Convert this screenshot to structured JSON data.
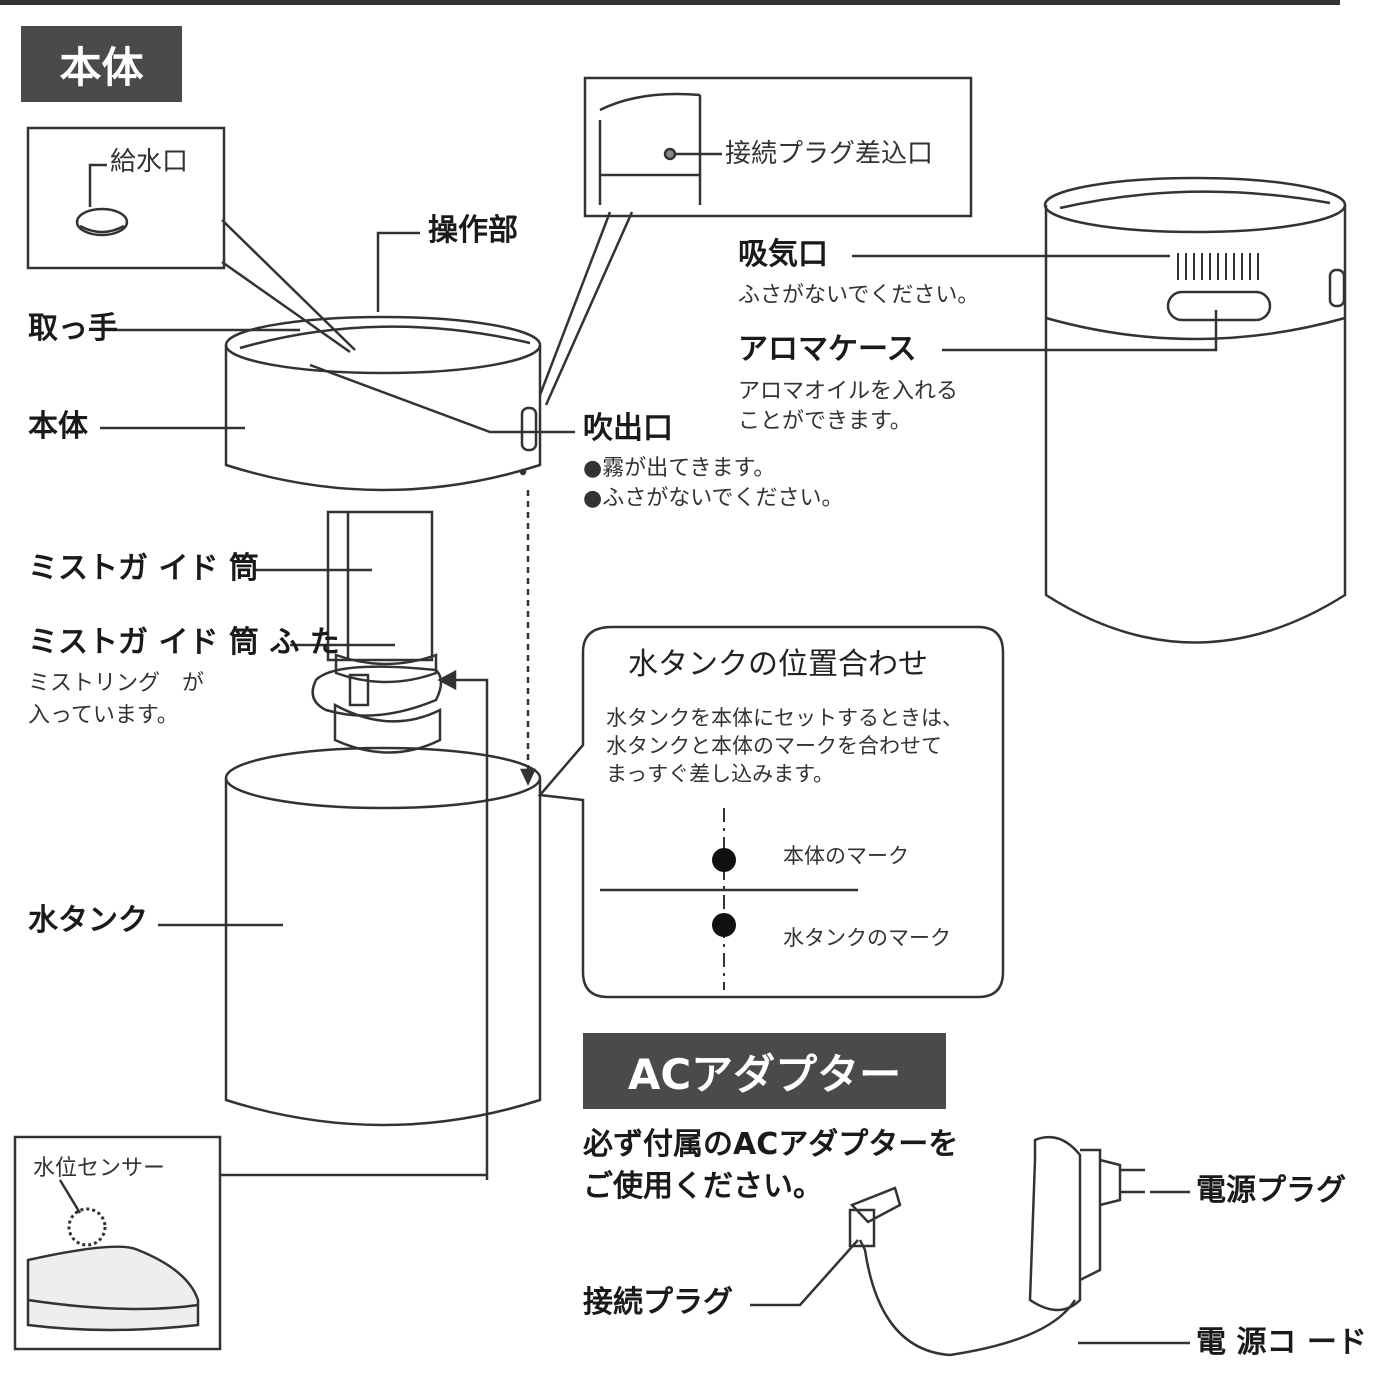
{
  "sections": {
    "body_header": "本体",
    "adapter_header": "ACアダプター"
  },
  "labels": {
    "water_inlet": "給水口",
    "control_panel": "操作部",
    "handle": "取っ手",
    "main_body": "本体",
    "connector_port": "接続プラグ差込口",
    "air_intake": "吸気口",
    "air_intake_note": "ふさがないでください。",
    "aroma_case": "アロマケース",
    "aroma_note_1": "アロマオイルを入れる",
    "aroma_note_2": "ことができます。",
    "outlet": "吹出口",
    "outlet_note_1": "●霧が出てきます。",
    "outlet_note_2": "●ふさがないでください。",
    "mist_tube": "ミストガ イド 筒",
    "mist_tube_lid": "ミストガ イド 筒 ふ た",
    "mist_ring_note_1": "ミストリング　が",
    "mist_ring_note_2": "入っています。",
    "water_tank": "水タンク",
    "water_level_sensor": "水位センサー"
  },
  "alignment_box": {
    "title": "水タンクの位置合わせ",
    "line1": "水タンクを本体にセットするときは、",
    "line2": "水タンクと本体のマークを合わせて",
    "line3": "まっすぐ差し込みます。",
    "body_mark": "本体のマーク",
    "tank_mark": "水タンクのマーク"
  },
  "adapter": {
    "instruction_1": "必ず付属のACアダプターを",
    "instruction_2": "ご使用ください。",
    "plug_label": "接続プラグ",
    "power_plug": "電源プラグ",
    "power_cord": "電 源コ ード"
  }
}
